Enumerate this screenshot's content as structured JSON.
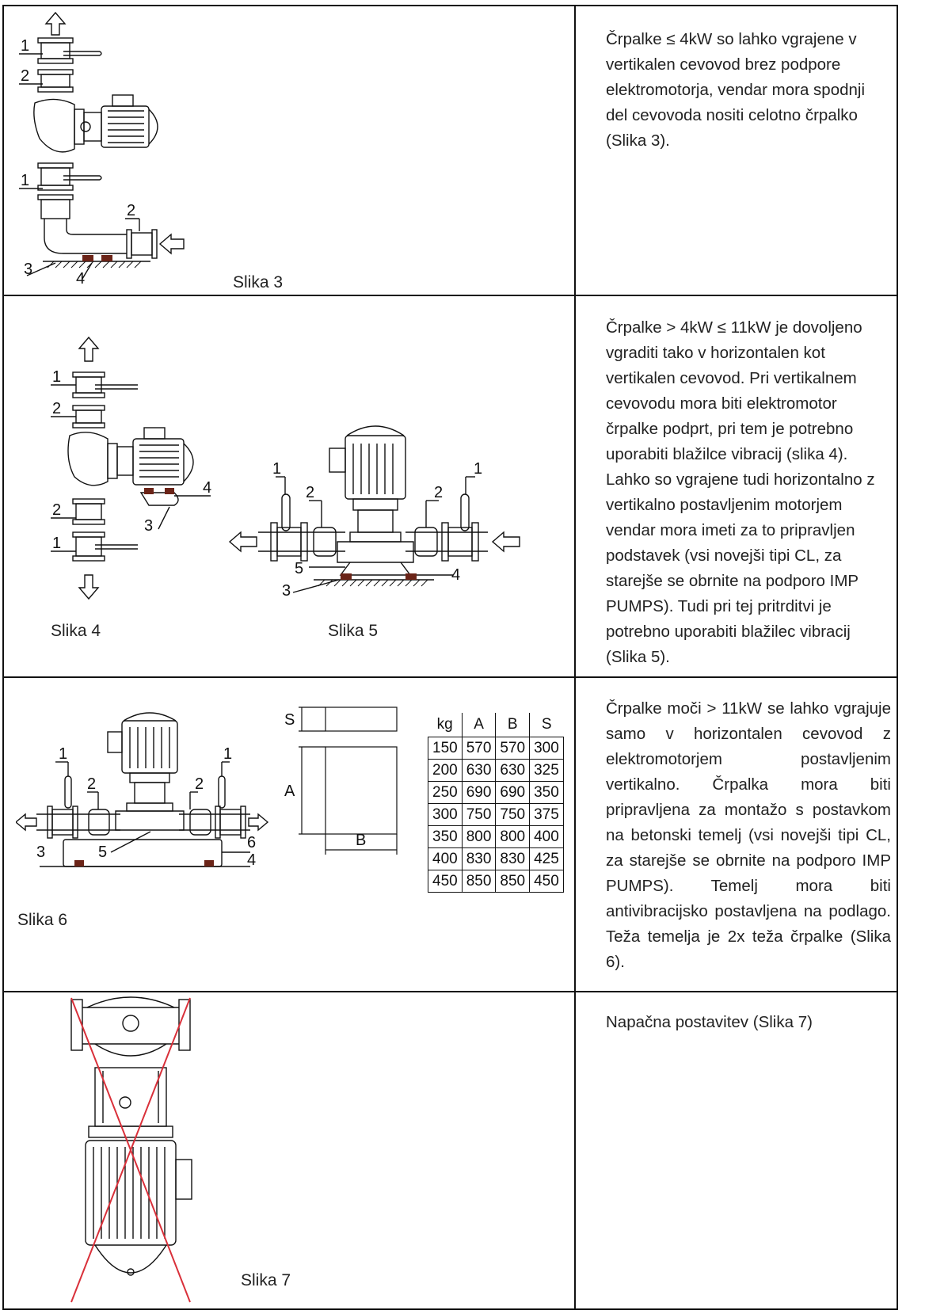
{
  "rows": [
    {
      "text": "Črpalke ≤ 4kW so lahko vgrajene v vertikalen cevovod brez podpore elektromotorja, vendar mora spodnji del cevovoda nositi celotno črpalko (Slika 3).",
      "captions": [
        "Slika 3"
      ],
      "labels": [
        "1",
        "2",
        "1",
        "2",
        "3",
        "4"
      ]
    },
    {
      "text": "Črpalke > 4kW ≤ 11kW je dovoljeno vgraditi tako v horizontalen kot vertikalen cevovod. Pri vertikalnem cevovodu mora biti elektromotor črpalke podprt, pri tem je potrebno uporabiti blažilce vibracij (slika 4). Lahko so vgrajene tudi horizontalno z vertikalno postavljenim motorjem vendar mora imeti za to pripravljen podstavek (vsi novejši tipi CL, za starejše se obrnite na podporo IMP PUMPS). Tudi pri tej pritrditvi je potrebno uporabiti blažilec vibracij (Slika 5).",
      "captions": [
        "Slika 4",
        "Slika 5"
      ],
      "labels_fig4": [
        "1",
        "2",
        "4",
        "2",
        "3",
        "1"
      ],
      "labels_fig5": [
        "1",
        "2",
        "2",
        "1",
        "5",
        "3",
        "4"
      ]
    },
    {
      "text": "Črpalke moči > 11kW se lahko vgrajuje samo v horizontalen cevovod z elektromotorjem postavljenim vertikalno. Črpalka mora biti pripravljena za montažo s postavkom na betonski temelj (vsi novejši tipi CL, za starejše se obrnite na podporo IMP PUMPS). Temelj mora biti antivibracijsko postavljena na podlago. Teža temelja je 2x teža črpalke (Slika 6).",
      "captions": [
        "Slika 6"
      ],
      "labels": [
        "1",
        "2",
        "2",
        "1",
        "3",
        "5",
        "6",
        "4"
      ],
      "dimension_labels": [
        "S",
        "A",
        "B"
      ],
      "table": {
        "headers": [
          "kg",
          "A",
          "B",
          "S"
        ],
        "rows": [
          [
            "150",
            "570",
            "570",
            "300"
          ],
          [
            "200",
            "630",
            "630",
            "325"
          ],
          [
            "250",
            "690",
            "690",
            "350"
          ],
          [
            "300",
            "750",
            "750",
            "375"
          ],
          [
            "350",
            "800",
            "800",
            "400"
          ],
          [
            "400",
            "830",
            "830",
            "425"
          ],
          [
            "450",
            "850",
            "850",
            "450"
          ]
        ]
      }
    },
    {
      "text": "Napačna postavitev (Slika 7)",
      "captions": [
        "Slika 7"
      ]
    }
  ],
  "colors": {
    "cross": "#d9303a",
    "foot": "#6b2418",
    "line": "#111111"
  }
}
